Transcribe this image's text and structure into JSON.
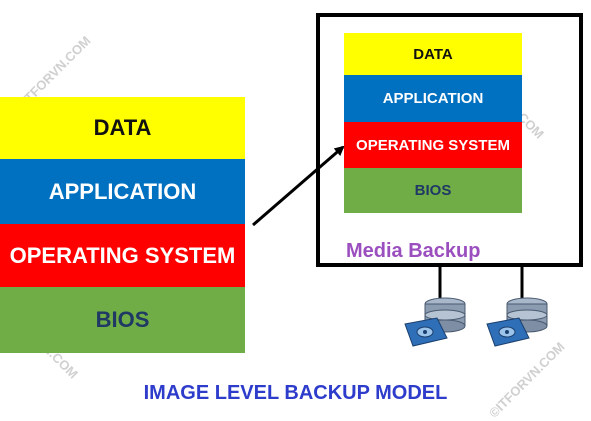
{
  "source_stack": {
    "layers": [
      "DATA",
      "APPLICATION",
      "OPERATING SYSTEM",
      "BIOS"
    ]
  },
  "backup_stack": {
    "layers": [
      "DATA",
      "APPLICATION",
      "OPERATING SYSTEM",
      "BIOS"
    ],
    "label": "Media Backup"
  },
  "caption": "IMAGE LEVEL BACKUP MODEL",
  "watermark": "©ITFORVN.COM",
  "icons": [
    "arrow-icon",
    "hard-drive-icon",
    "hard-drive-icon"
  ],
  "colors": {
    "data": "#ffff00",
    "application": "#0070c0",
    "operating_system": "#ff0000",
    "bios": "#70ad47",
    "media_label": "#9b4fbf",
    "caption": "#2e3ccc"
  }
}
